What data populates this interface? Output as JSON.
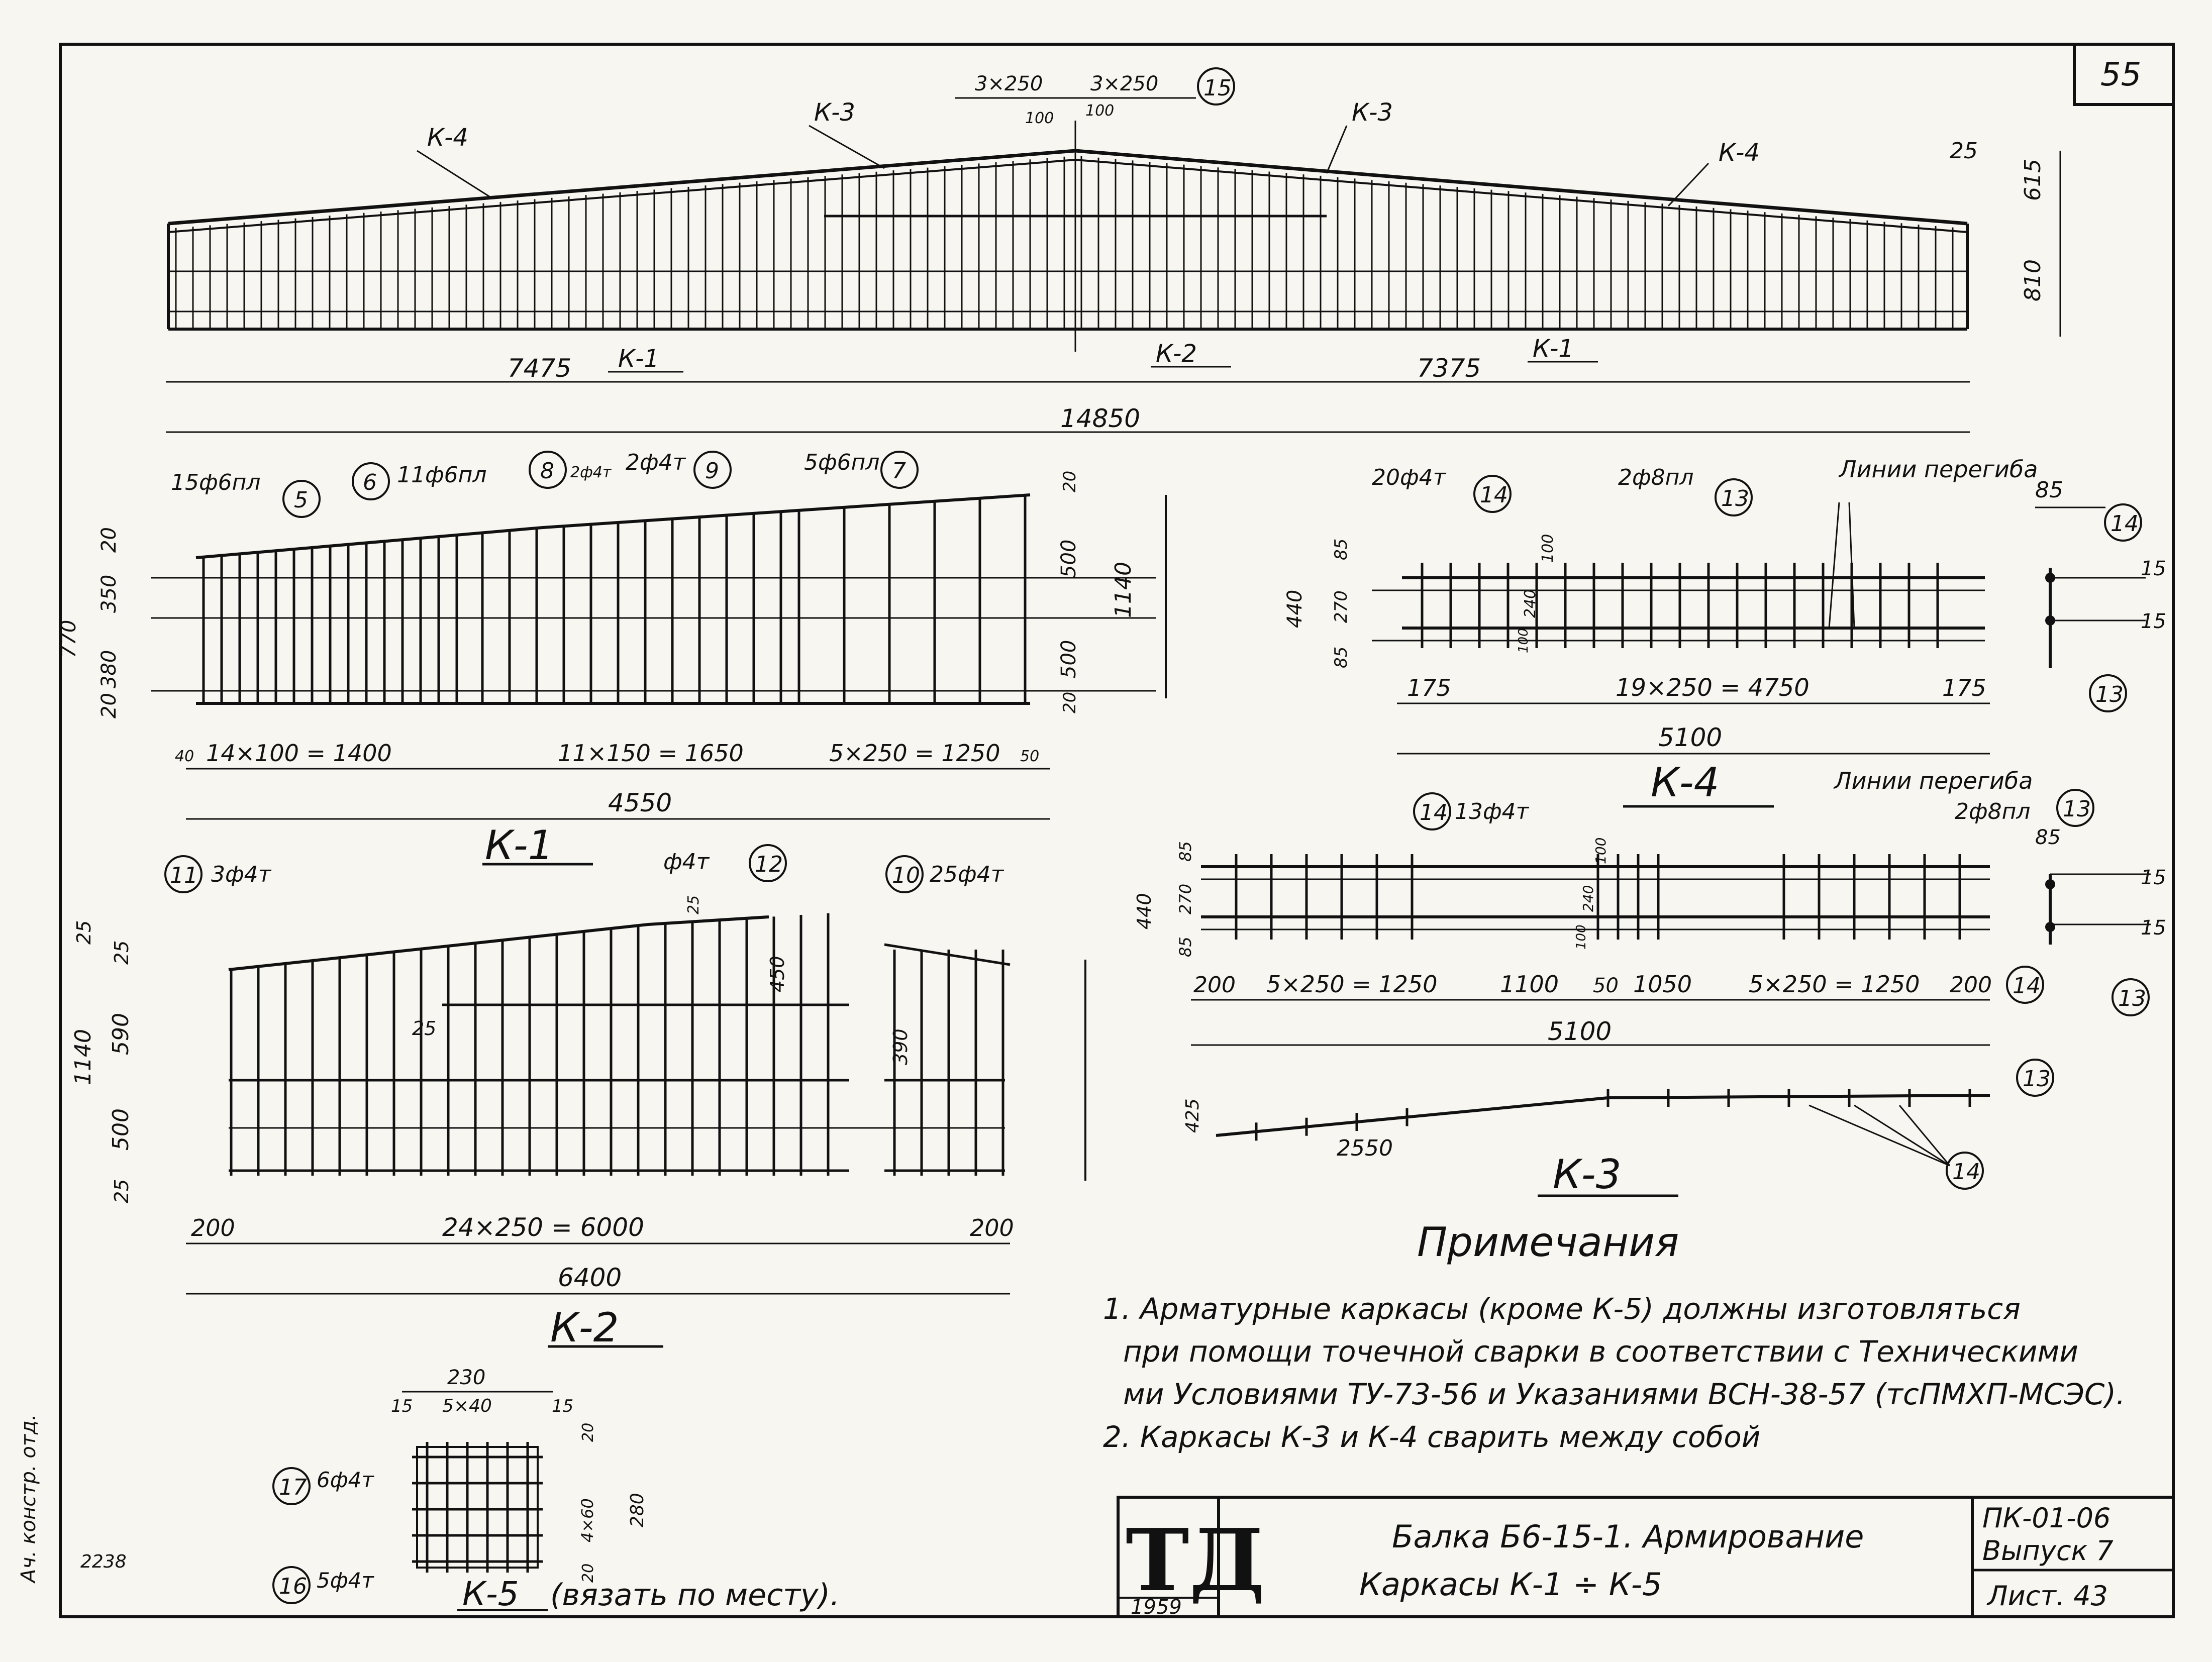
{
  "sheet": {
    "page_number": "55",
    "side_text": "Ач. констр. отд.",
    "archive_number": "2238"
  },
  "elevation": {
    "labels": {
      "k4_left": "К-4",
      "k3_left": "К-3",
      "k3_right": "К-3",
      "k4_right": "К-4",
      "k1_left": "К-1",
      "k2": "К-2",
      "k1_right": "К-1"
    },
    "top_left": "3×250",
    "top_right": "3×250",
    "top_100_left": "100",
    "top_100_right": "100",
    "callout": "15",
    "dim_right_top": "615",
    "dim_right_bottom": "810",
    "dim_right_small": "25",
    "dim_left": "7475",
    "dim_right": "7375",
    "dim_total": "14850"
  },
  "k1": {
    "title": "К-1",
    "bars": [
      "15ф6пл",
      "11ф6пл",
      "2ф4т",
      "5ф6пл"
    ],
    "bar_mark_2ф4т": "2ф4т",
    "callouts": [
      "5",
      "6",
      "8",
      "9",
      "7"
    ],
    "dims_bottom": [
      "14×100 = 1400",
      "11×150 = 1650",
      "5×250 = 1250"
    ],
    "dim_total": "4550",
    "dims_left": [
      "770",
      "20",
      "380",
      "350",
      "20"
    ],
    "dims_right": [
      "20",
      "500",
      "1140",
      "500",
      "20"
    ],
    "edge_left": "40",
    "edge_right": "50"
  },
  "k2": {
    "title": "К-2",
    "bars": [
      "3ф4т",
      "ф4т",
      "25ф4т"
    ],
    "callouts": [
      "11",
      "12",
      "10"
    ],
    "dims_left": [
      "1140",
      "25",
      "25",
      "590",
      "500",
      "25"
    ],
    "dims_inner": [
      "25",
      "450",
      "25",
      "390"
    ],
    "dims_bottom": [
      "200",
      "24×250 = 6000",
      "200"
    ],
    "dim_total": "6400"
  },
  "k3": {
    "title": "К-3",
    "bars": [
      "13ф4т",
      "2ф8пл"
    ],
    "callouts": [
      "14",
      "13",
      "14",
      "13",
      "13",
      "14"
    ],
    "bend_label": "Линии перегиба",
    "dims_left": [
      "440",
      "85",
      "270",
      "85"
    ],
    "dims_inner": [
      "100",
      "240",
      "100"
    ],
    "dims_bottom": [
      "200",
      "5×250 = 1250",
      "1100",
      "50",
      "1050",
      "5×250 = 1250",
      "200"
    ],
    "dim_total": "5100",
    "section_dims": [
      "85",
      "15",
      "15"
    ],
    "profile_dims": [
      "425",
      "2550"
    ]
  },
  "k4": {
    "title": "К-4",
    "bars": [
      "20ф4т",
      "2ф8пл"
    ],
    "callouts": [
      "14",
      "13",
      "14",
      "13"
    ],
    "bend_label": "Линии перегиба",
    "dims_left": [
      "440",
      "85",
      "270",
      "85"
    ],
    "dims_inner": [
      "100",
      "240",
      "100"
    ],
    "dims_bottom": [
      "175",
      "19×250 = 4750",
      "175"
    ],
    "dim_total": "5100",
    "section_dims": [
      "85",
      "15",
      "15"
    ]
  },
  "k5": {
    "title": "К-5",
    "note": "(вязать по месту).",
    "bars": [
      "6ф4т",
      "5ф4т"
    ],
    "callouts": [
      "17",
      "16"
    ],
    "dims_top": [
      "230",
      "15",
      "5×40",
      "15"
    ],
    "dims_right": [
      "20",
      "4×60",
      "280",
      "20"
    ]
  },
  "notes": {
    "heading": "Примечания",
    "lines": [
      "1. Арматурные каркасы (кроме К-5) должны изготовляться",
      "при помощи точечной сварки в соответствии с Техническими",
      "ми Условиями ТУ-73-56 и Указаниями ВСН-38-57 (тсПМХП-МСЭС).",
      "2. Каркасы К-3 и К-4 сварить между собой"
    ]
  },
  "title_block": {
    "logo": "ТД",
    "year": "1959",
    "title_line1": "Балка Б6-15-1. Армирование",
    "title_line2": "Каркасы К-1 ÷ К-5",
    "series": "ПК-01-06",
    "issue": "Выпуск 7",
    "sheet": "Лист. 43"
  }
}
